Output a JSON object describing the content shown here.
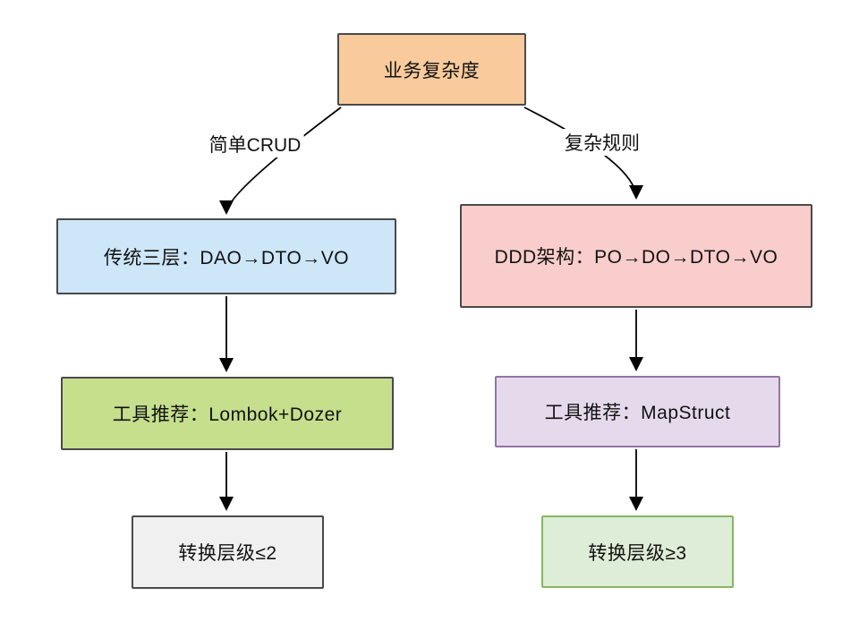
{
  "canvas": {
    "background": "#FFFFFF",
    "edge_color": "#000000"
  },
  "nodes": {
    "root": {
      "label": "业务复杂度",
      "fill": "#F9CB9C",
      "stroke": "#4A4A4A"
    },
    "branch_left": {
      "label": "传统三层：DAO→DTO→VO",
      "fill": "#CDE6F8",
      "stroke": "#4A4A4A"
    },
    "branch_right": {
      "label": "DDD架构：PO→DO→DTO→VO",
      "fill": "#F9CDCB",
      "stroke": "#4A4A4A"
    },
    "tool_left": {
      "label": "工具推荐：Lombok+Dozer",
      "fill": "#C5DF8D",
      "stroke": "#4A4A4A"
    },
    "tool_right": {
      "label": "工具推荐：MapStruct",
      "fill": "#E5DAEC",
      "stroke": "#9673A6"
    },
    "result_left": {
      "label": "转换层级≤2",
      "fill": "#F0F0F0",
      "stroke": "#4A4A4A"
    },
    "result_right": {
      "label": "转换层级≥3",
      "fill": "#DEEDD7",
      "stroke": "#87B565"
    }
  },
  "edge_labels": {
    "left": "简单CRUD",
    "right": "复杂规则"
  }
}
